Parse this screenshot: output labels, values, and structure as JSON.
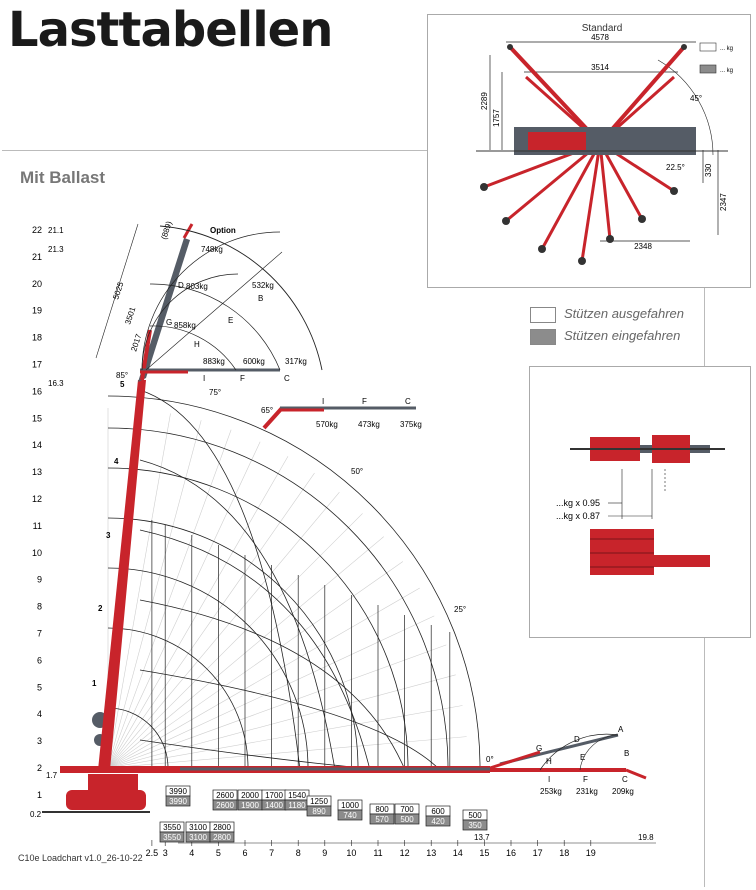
{
  "page": {
    "title": "Lasttabellen",
    "subtitle": "Mit Ballast",
    "footer": "C10e Loadchart v1.0_26-10-22"
  },
  "legend": [
    {
      "label": "Stützen ausgefahren",
      "swatch": "#ffffff"
    },
    {
      "label": "Stützen eingefahren",
      "swatch": "#8c8c8c"
    }
  ],
  "standard_panel": {
    "title": "Standard",
    "dims": [
      "4578",
      "3514",
      "2289",
      "1757",
      "45°",
      "22.5°",
      "330",
      "2347",
      "2348"
    ],
    "badges": [
      "... kg",
      "... kg"
    ]
  },
  "factor_panel": {
    "labels": [
      "...kg x 0.95",
      "...kg x 0.87"
    ]
  },
  "left_axis": {
    "ticks": [
      "22",
      "21",
      "20",
      "19",
      "18",
      "17",
      "16",
      "15",
      "14",
      "13",
      "12",
      "11",
      "10",
      "9",
      "8",
      "7",
      "6",
      "5",
      "4",
      "3",
      "2",
      "1"
    ],
    "extra": [
      "21.1",
      "21.3",
      "16.3",
      "1.7",
      "0.2"
    ]
  },
  "bottom_axis": {
    "ticks": [
      "2.5",
      "3",
      "4",
      "5",
      "6",
      "7",
      "8",
      "9",
      "10",
      "11",
      "12",
      "13",
      "14",
      "15",
      "16",
      "17",
      "18",
      "19"
    ],
    "extra": [
      "13.7",
      "19.8"
    ]
  },
  "jib_top": {
    "option": "Option",
    "dims": [
      "(889)",
      "5025",
      "3501",
      "2017"
    ],
    "angles": [
      "85°",
      "75°",
      "65°"
    ],
    "letters": [
      "D",
      "G",
      "H",
      "E",
      "B",
      "I",
      "F",
      "C"
    ],
    "loads": [
      "748kg",
      "803kg",
      "858kg",
      "532kg",
      "883kg",
      "600kg",
      "317kg"
    ],
    "mast_marks": [
      "5",
      "4",
      "3",
      "2",
      "1"
    ]
  },
  "jib_65": {
    "letters": [
      "I",
      "F",
      "C"
    ],
    "loads": [
      "570kg",
      "473kg",
      "375kg"
    ]
  },
  "jib_0": {
    "angle": "0°",
    "letters": [
      "A",
      "G",
      "D",
      "H",
      "E",
      "B",
      "I",
      "F",
      "C"
    ],
    "loads": [
      "253kg",
      "231kg",
      "209kg"
    ]
  },
  "arc_angles": [
    "50°",
    "25°"
  ],
  "load_boxes": [
    {
      "top": "3990",
      "bottom": "3990"
    },
    {
      "top": "3550",
      "bottom": "3550"
    },
    {
      "top": "3100",
      "bottom": "3100"
    },
    {
      "top": "2800",
      "bottom": "2800"
    },
    {
      "top": "2600",
      "bottom": "2600"
    },
    {
      "top": "2000",
      "bottom": "1900"
    },
    {
      "top": "1700",
      "bottom": "1400"
    },
    {
      "top": "1540",
      "bottom": "1180"
    },
    {
      "top": "1250",
      "bottom": "890"
    },
    {
      "top": "1000",
      "bottom": "740"
    },
    {
      "top": "800",
      "bottom": "570"
    },
    {
      "top": "700",
      "bottom": "500"
    },
    {
      "top": "600",
      "bottom": "420"
    },
    {
      "top": "500",
      "bottom": "350"
    }
  ],
  "colors": {
    "crane_red": "#c8242b",
    "boom_grey": "#555c66",
    "box_grey": "#8c8c8c",
    "line": "#222222",
    "grid": "#bdbdbd"
  }
}
